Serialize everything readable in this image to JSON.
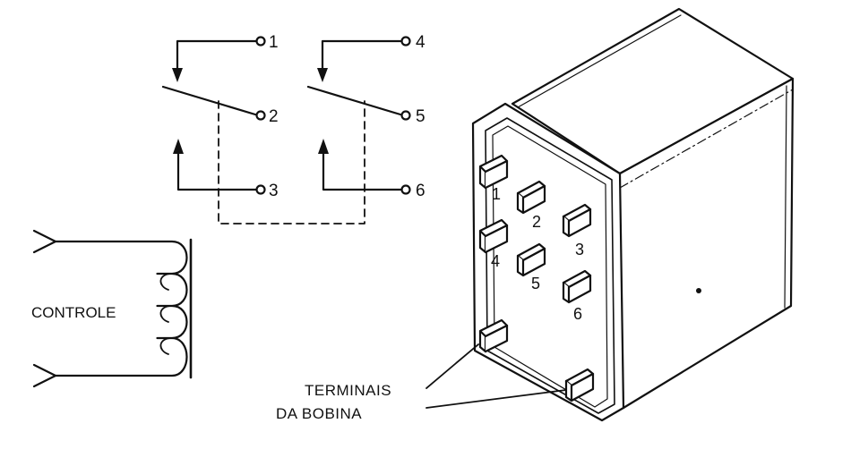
{
  "schematic": {
    "contact_labels": [
      "1",
      "2",
      "3",
      "4",
      "5",
      "6"
    ],
    "coil_label": "CONTROLE"
  },
  "relay": {
    "pin_labels": [
      "1",
      "2",
      "3",
      "4",
      "5",
      "6"
    ]
  },
  "callout": {
    "line1": "TERMINAIS",
    "line2": "DA BOBINA"
  }
}
